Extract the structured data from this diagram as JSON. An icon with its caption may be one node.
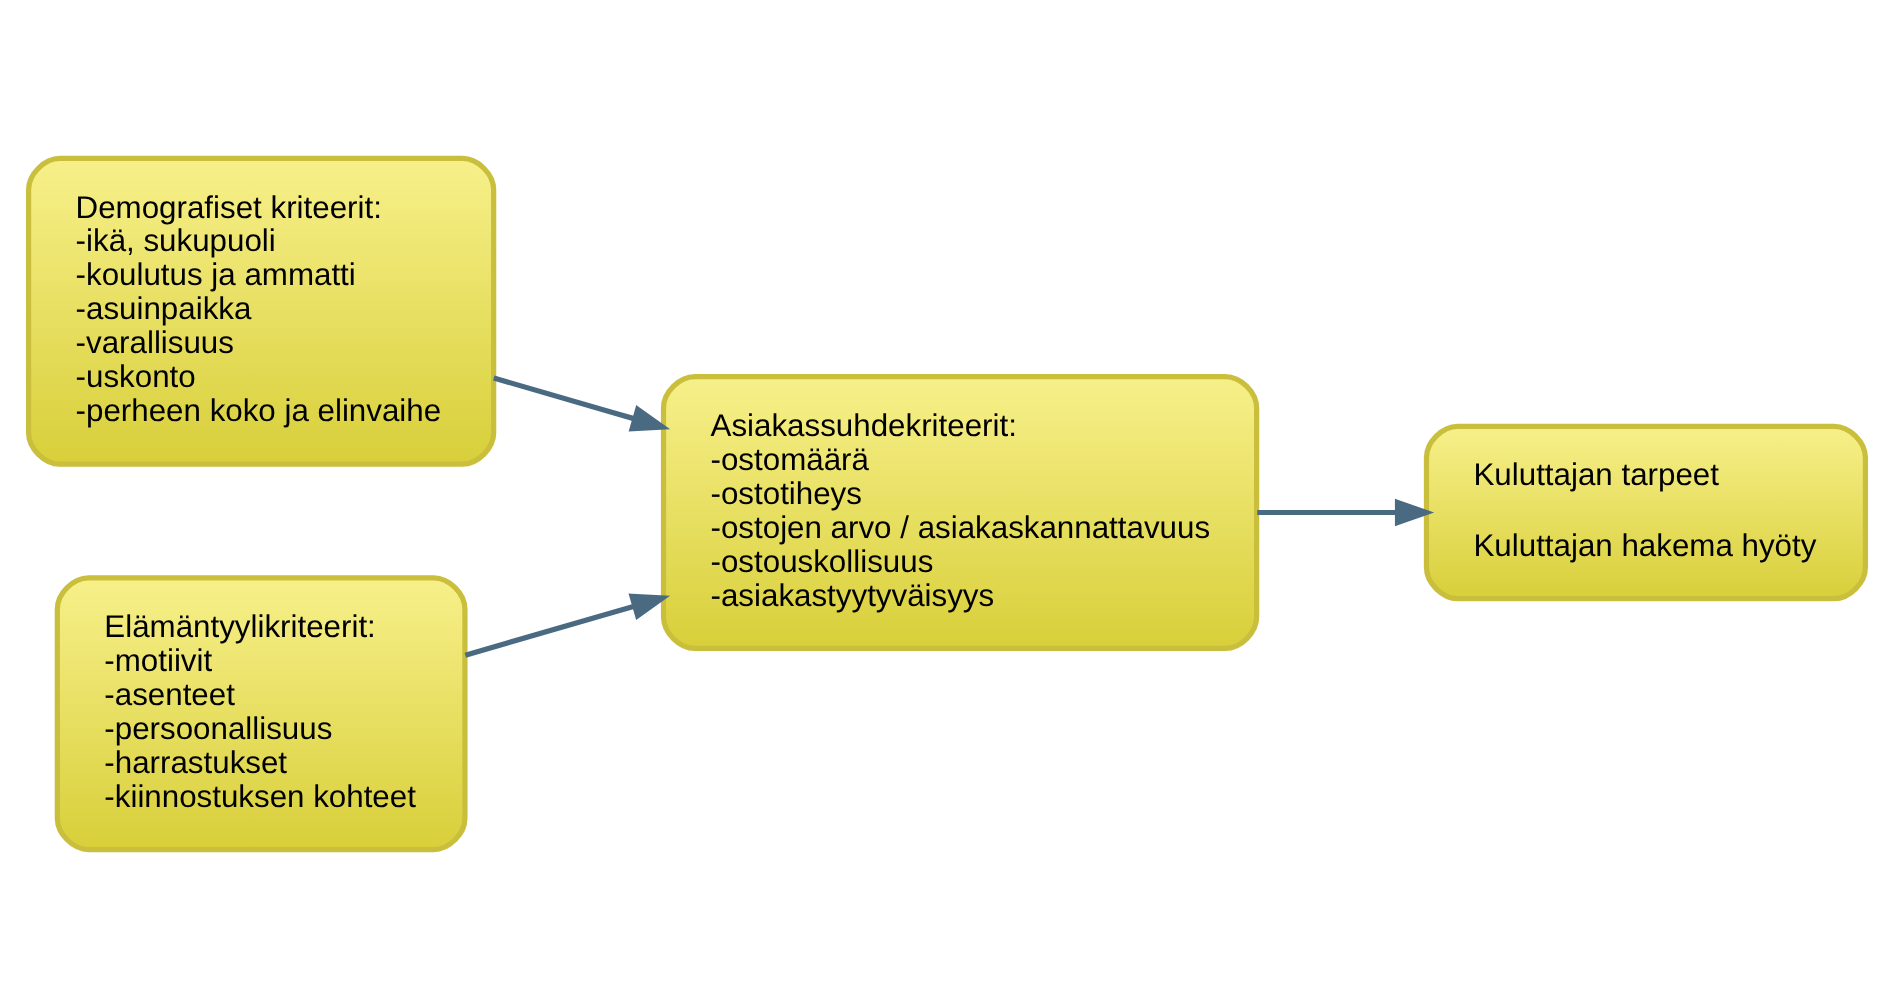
{
  "diagram": {
    "nodes": [
      {
        "text": [
          "Demografiset kriteerit:",
          "-ikä, sukupuoli",
          "-koulutus ja ammatti",
          "-asuinpaikka",
          "-varallisuus",
          "-uskonto",
          "-perheen koko ja elinvaihe"
        ]
      },
      {
        "text": [
          "Elämäntyylikriteerit:",
          "-motiivit",
          "-asenteet",
          "-persoonallisuus",
          "-harrastukset",
          "-kiinnostuksen kohteet"
        ]
      },
      {
        "text": [
          "Asiakassuhdekriteerit:",
          "-ostomäärä",
          "-ostotiheys",
          "-ostojen arvo / asiakaskannattavuus",
          "-ostouskollisuus",
          "-asiakastyytyväisyys"
        ]
      },
      {
        "text": [
          "Kuluttajan tarpeet",
          "Kuluttajan hakema hyöty"
        ]
      }
    ],
    "edges": [
      {
        "from": 0,
        "to": 2,
        "arrow": "to"
      },
      {
        "from": 1,
        "to": 2,
        "arrow": "to"
      },
      {
        "from": 2,
        "to": 3,
        "arrow": "to"
      }
    ]
  }
}
